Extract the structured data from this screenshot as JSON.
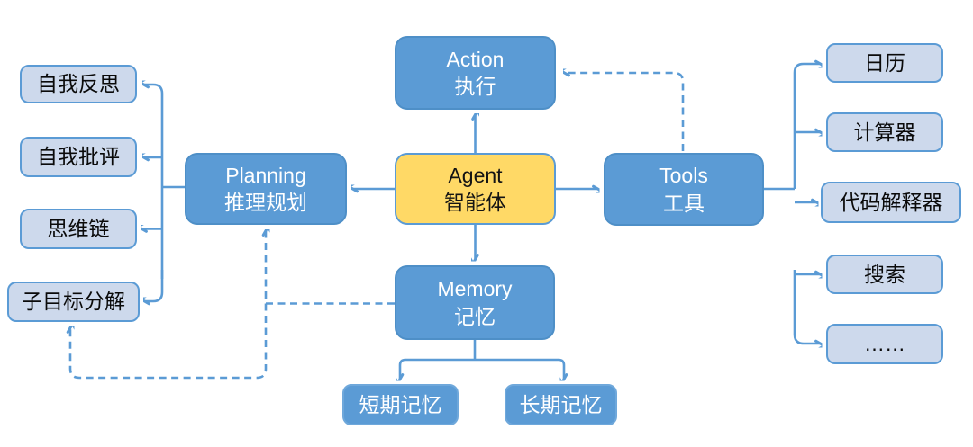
{
  "nodes": {
    "agent": {
      "en": "Agent",
      "zh": "智能体"
    },
    "action": {
      "en": "Action",
      "zh": "执行"
    },
    "planning": {
      "en": "Planning",
      "zh": "推理规划"
    },
    "tools": {
      "en": "Tools",
      "zh": "工具"
    },
    "memory": {
      "en": "Memory",
      "zh": "记忆"
    }
  },
  "planning_items": [
    "自我反思",
    "自我批评",
    "思维链",
    "子目标分解"
  ],
  "tools_items": [
    "日历",
    "计算器",
    "代码解释器",
    "搜索",
    "……"
  ],
  "memory_items": [
    "短期记忆",
    "长期记忆"
  ],
  "colors": {
    "node_fill": "#5B9BD5",
    "agent_fill": "#FFD966",
    "leaf_light_fill": "#CDD9EC",
    "line": "#5B9BD5",
    "text_on_dark": "#FFFFFF",
    "text_on_light": "#000000",
    "background": "#FFFFFF"
  }
}
